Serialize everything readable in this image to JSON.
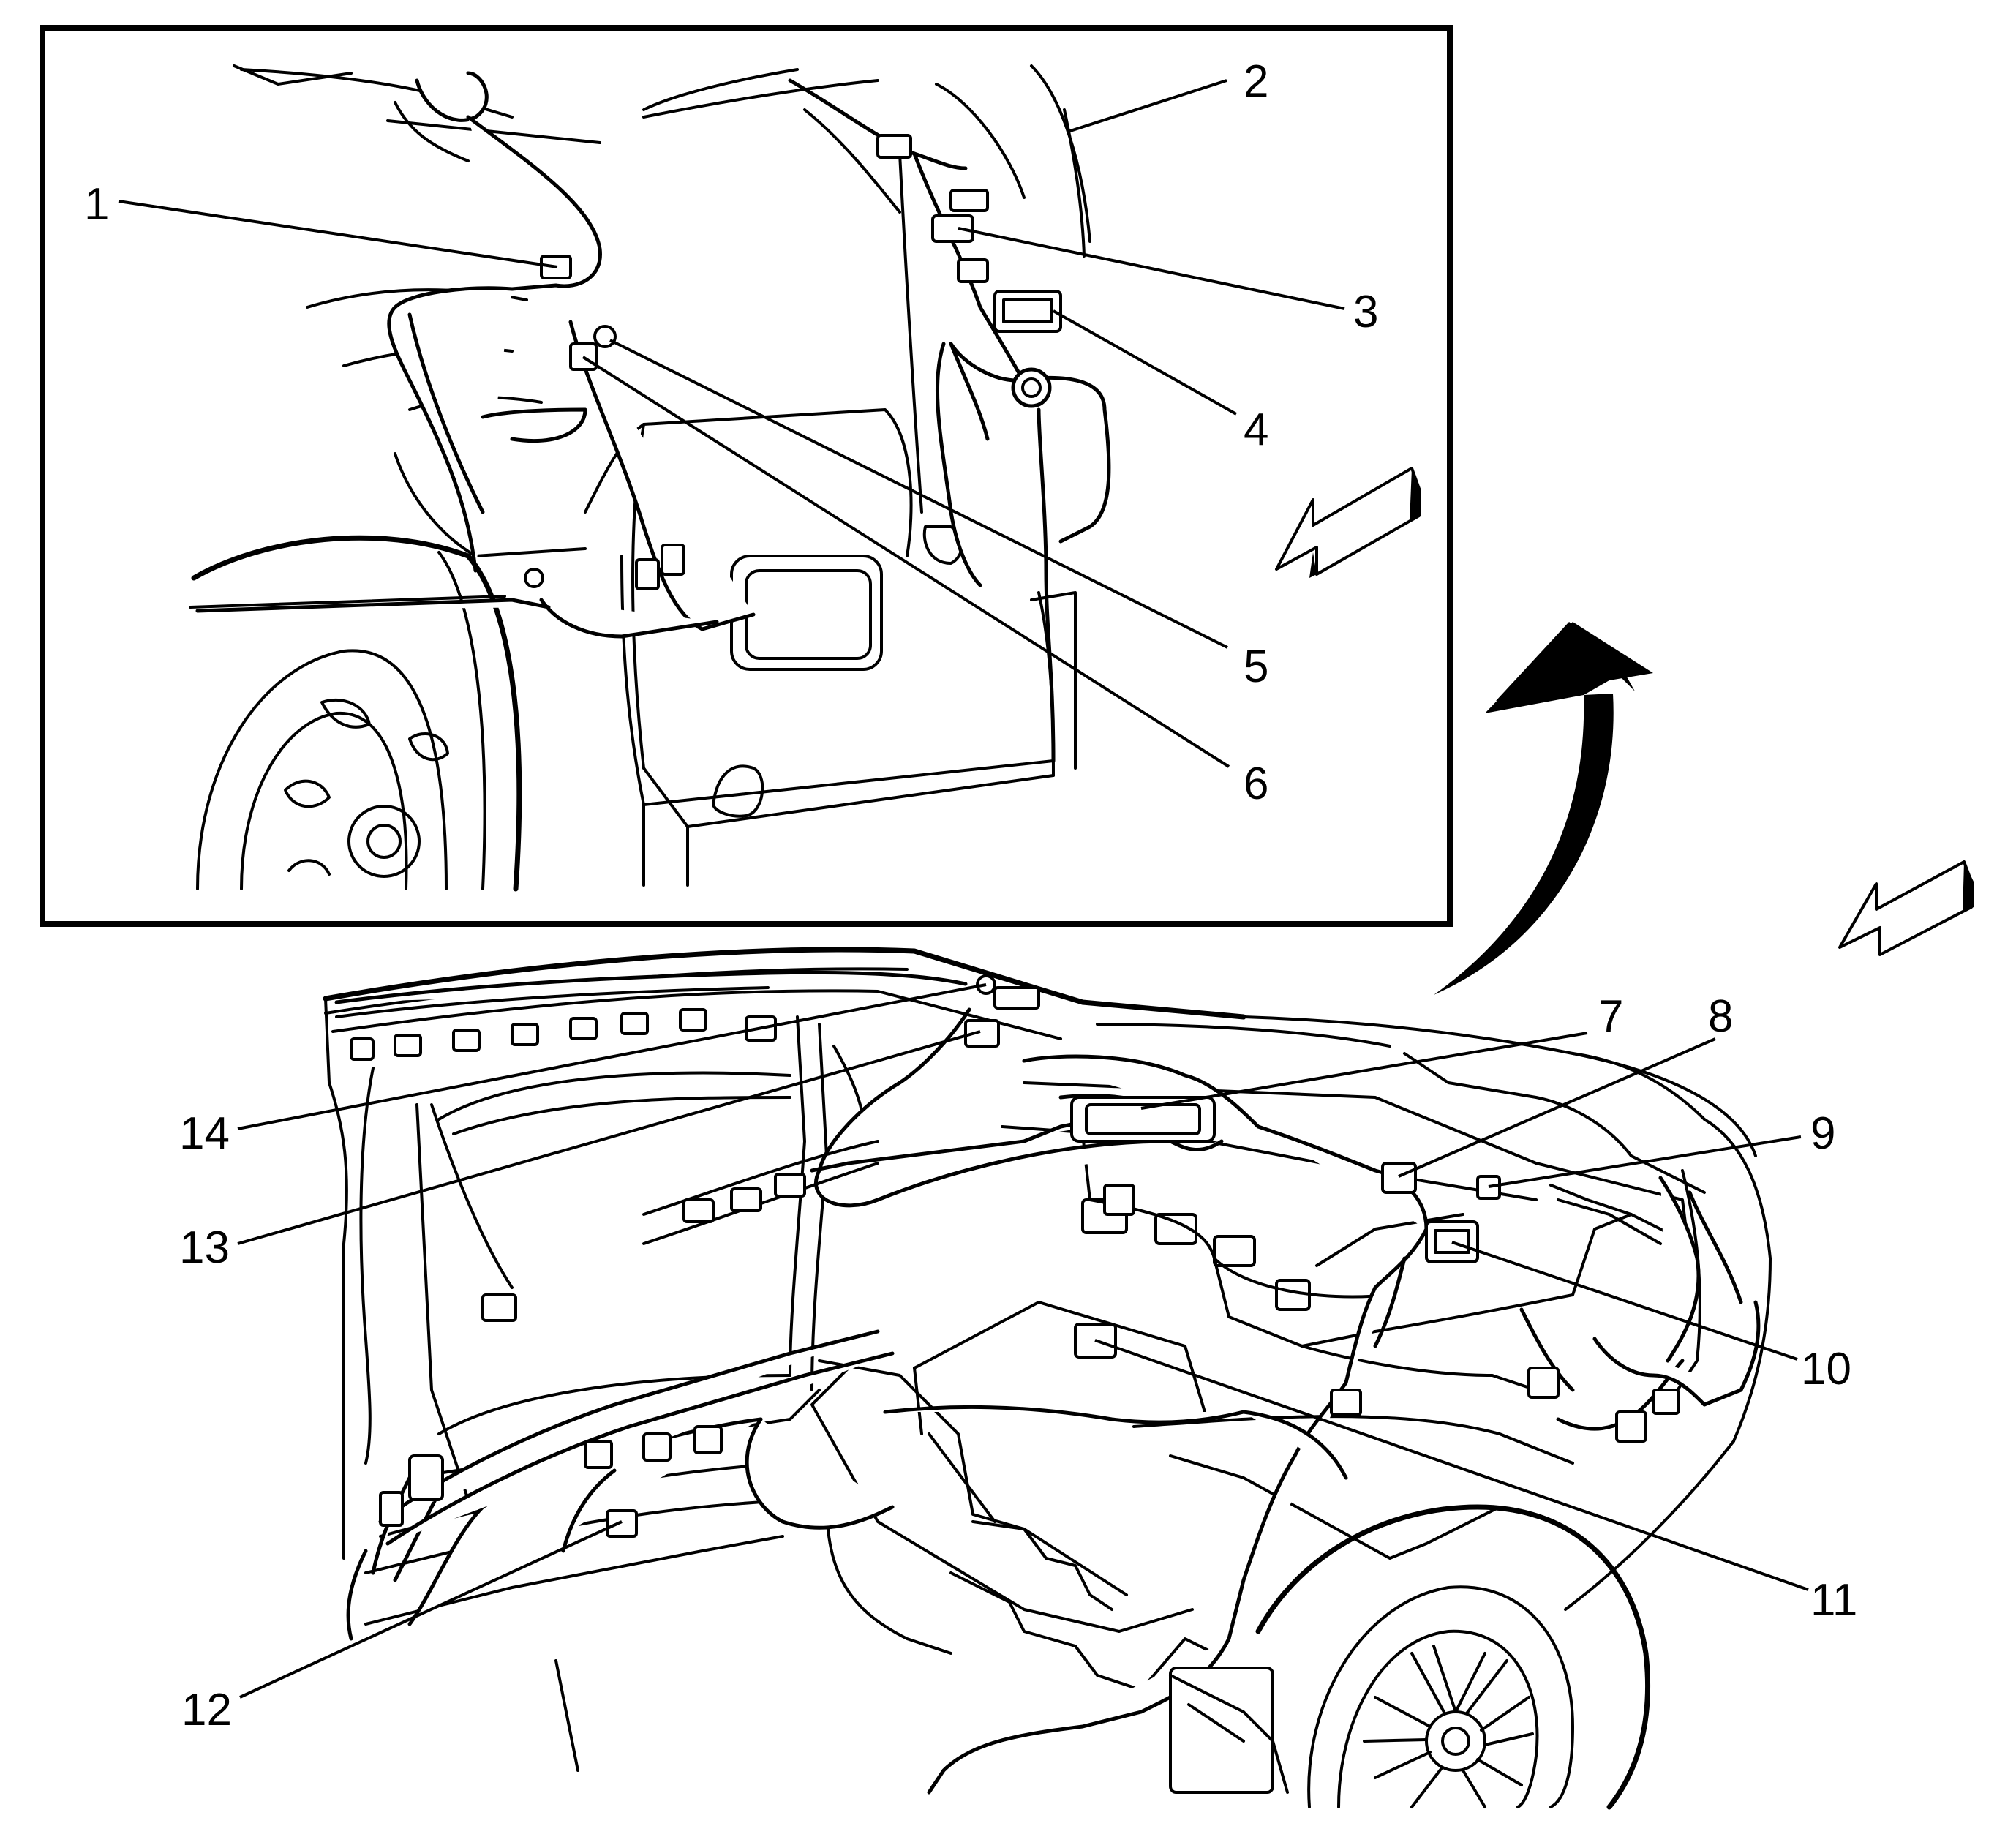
{
  "callouts": [
    {
      "id": "1",
      "label": "1"
    },
    {
      "id": "2",
      "label": "2"
    },
    {
      "id": "3",
      "label": "3"
    },
    {
      "id": "4",
      "label": "4"
    },
    {
      "id": "5",
      "label": "5"
    },
    {
      "id": "6",
      "label": "6"
    },
    {
      "id": "7",
      "label": "7"
    },
    {
      "id": "8",
      "label": "8"
    },
    {
      "id": "9",
      "label": "9"
    },
    {
      "id": "10",
      "label": "10"
    },
    {
      "id": "11",
      "label": "11"
    },
    {
      "id": "12",
      "label": "12"
    },
    {
      "id": "13",
      "label": "13"
    },
    {
      "id": "14",
      "label": "14"
    }
  ],
  "icons": [
    "front-direction-arrow-icon",
    "zoom-to-detail-arrow-icon"
  ],
  "colors": {
    "line": "#000000",
    "background": "#ffffff"
  }
}
